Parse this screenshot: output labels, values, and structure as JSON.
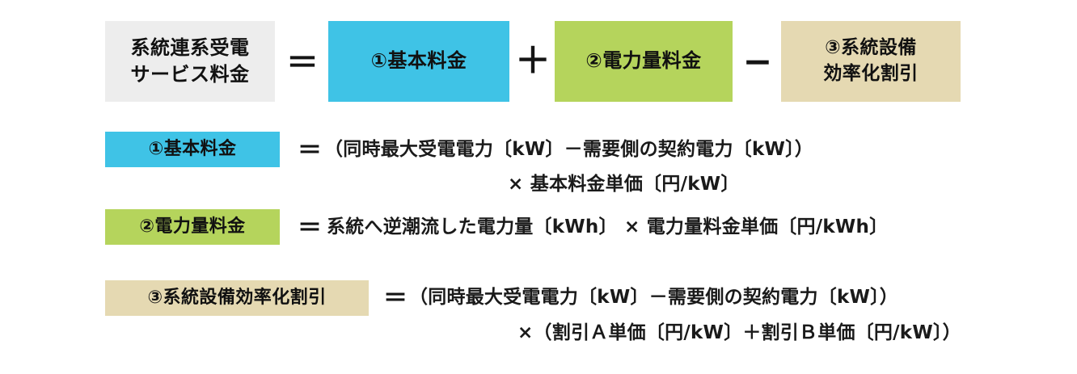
{
  "diagram": {
    "title_box": {
      "line1": "系統連系受電",
      "line2": "サービス料金"
    },
    "colors": {
      "grey": "#ededed",
      "cyan": "#3fc3e6",
      "green": "#b5d45c",
      "beige": "#e5d9b2",
      "text": "#1a1a1a"
    },
    "top_row": {
      "equals": "＝",
      "item1": "①基本料金",
      "plus": "＋",
      "item2": "②電力量料金",
      "minus": "−",
      "item3_line1": "③系統設備",
      "item3_line2": "効率化割引"
    },
    "rows": [
      {
        "label": "①基本料金",
        "equals": "＝",
        "line1": "（同時最大受電電力〔kW〕－需要側の契約電力〔kW〕）",
        "line2": "×  基本料金単価〔円/kW〕"
      },
      {
        "label": "②電力量料金",
        "equals": "＝",
        "line1": "系統へ逆潮流した電力量〔kWh〕  ×  電力量料金単価〔円/kWh〕",
        "line2": ""
      },
      {
        "label": "③系統設備効率化割引",
        "equals": "＝",
        "line1": "（同時最大受電電力〔kW〕－需要側の契約電力〔kW〕）",
        "line2": "×（割引Ａ単価〔円/kW〕＋割引Ｂ単価〔円/kW〕）"
      }
    ]
  }
}
